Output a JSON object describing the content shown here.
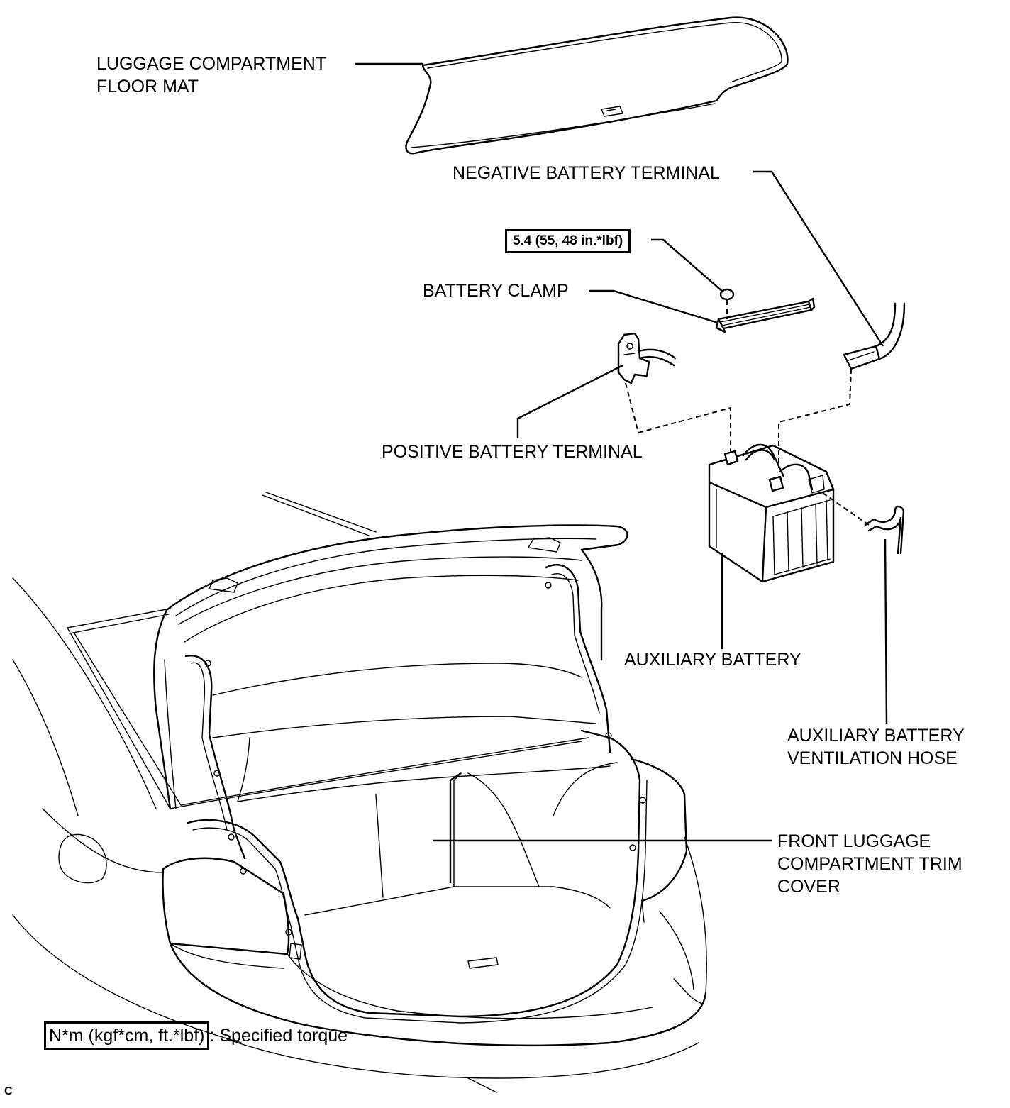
{
  "labels": {
    "floor_mat": [
      "LUGGAGE COMPARTMENT",
      "FLOOR MAT"
    ],
    "negative_terminal": "NEGATIVE BATTERY TERMINAL",
    "torque_value": "5.4 (55, 48 in.*lbf)",
    "battery_clamp": "BATTERY CLAMP",
    "positive_terminal": "POSITIVE BATTERY TERMINAL",
    "auxiliary_battery": "AUXILIARY BATTERY",
    "ventilation_hose": [
      "AUXILIARY BATTERY",
      "VENTILATION HOSE"
    ],
    "trim_cover": [
      "FRONT LUGGAGE",
      "COMPARTMENT TRIM",
      "COVER"
    ]
  },
  "legend": {
    "unit_box": "N*m (kgf*cm, ft.*lbf)",
    "description": ": Specified torque"
  },
  "figure_ref": "C"
}
